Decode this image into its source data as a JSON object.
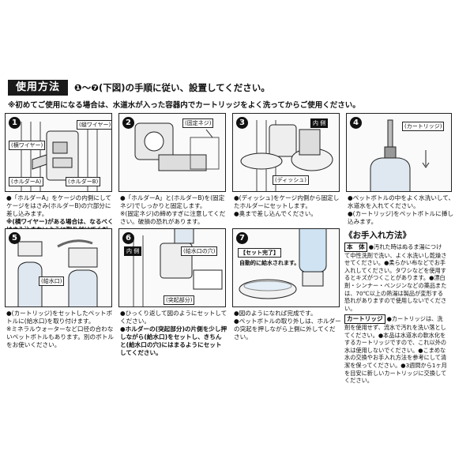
{
  "header": {
    "title": "使用方法",
    "instruction": "❶～❼(下図)の手順に従い、設置してください。",
    "note": "※初めてご使用になる場合は、水道水が入った容器内でカートリッジをよく洗ってからご使用ください。"
  },
  "steps": [
    {
      "num": "1",
      "labels": [
        "(縦ワイヤー)",
        "(横ワイヤー)",
        "(ホルダーA)",
        "(ホルダーB)"
      ],
      "desc": [
        "●「ホルダーA」をケージの内側にしてケージをはさみ(ホルダーB)の穴部分に差し込みます。",
        "※(横ワイヤー)がある場合は、なるべくはさみ込まないように取り付けてください。"
      ]
    },
    {
      "num": "2",
      "labels": [
        "(固定ネジ)"
      ],
      "desc": [
        "●「ホルダーA」と(ホルダーB)を(固定ネジ)でしっかりと固定します。",
        "※(固定ネジ)の締めすぎに注意してください。破損の恐れがあります。"
      ]
    },
    {
      "num": "3",
      "labels": [
        "内 側",
        "(ディッシュ)"
      ],
      "desc": [
        "●(ディッシュ)をケージ内側から固定したホルダーにセットします。",
        "●奥まで差し込んでください。"
      ]
    },
    {
      "num": "4",
      "labels": [
        "(カートリッジ)"
      ],
      "desc": [
        "●ペットボトルの中をよく水洗いして、水道水を入れてください。",
        "●(カートリッジ)をペットボトルに挿し込みます。"
      ]
    },
    {
      "num": "5",
      "labels": [
        "(給水口)"
      ],
      "desc": [
        "●(カートリッジ)をセットしたペットボトルに(給水口)を取り付けます。",
        "※ミネラルウォーターなど口径の合わないペットボトルもあります。別のボトルをお使いください。"
      ]
    },
    {
      "num": "6",
      "labels": [
        "内 側",
        "(給水口の穴)",
        "(突起部分)"
      ],
      "desc": [
        "●ひっくり返して図のようにセットしてください。",
        "●ホルダーの(突起部分)の片側を少し押しながら(給水口)をセットし、きちんと(給水口の穴)にはまるようにセットしてください。"
      ]
    },
    {
      "num": "7",
      "labels": [
        "【セット完了】",
        "自動的に給水されます。"
      ],
      "desc": [
        "●図のようになれば完成です。",
        "●ペットボトルの取り外しは、ホルダーの突起を押しながら上側に外してください。"
      ]
    }
  ],
  "care": {
    "title": "《お手入れ方法》",
    "body_head": "本　体",
    "body_text": "●汚れた時はぬるま湯につけて中性洗剤で洗い、よく水洗いし乾燥させてください。●柔らかい布などでお手入れしてください。タワシなどを使用するとキズがつくことがあります。●漂白剤・シンナー・ベンジンなどの薬品または、70℃以上の熱湯は製品が変形する恐れがありますので使用しないでください。",
    "cartridge_head": "カートリッジ",
    "cartridge_text": "●カートリッジは、洗剤を使用せず、流水で汚れを洗い落としてください。●本品は水道水の軟水化をするカートリッジですので、これ以外の水は使用しないでください。●こまめな水の交換やお手入れ方法を参考にして清潔を保ってください。●3週間から1ヶ月を目安に新しいカートリッジに交換してください。"
  }
}
